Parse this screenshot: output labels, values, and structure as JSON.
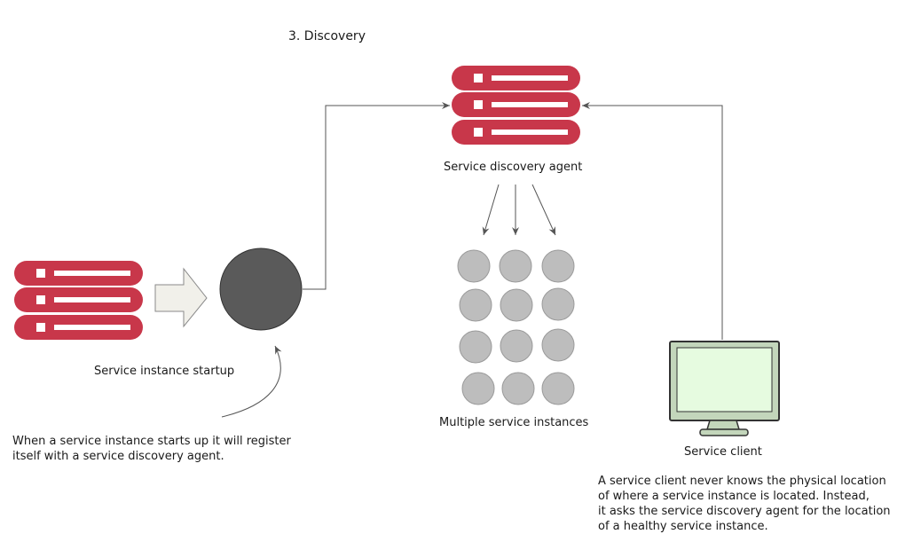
{
  "title": "3. Discovery",
  "labels": {
    "agent": "Service discovery agent",
    "startup": "Service instance startup",
    "instances": "Multiple service instances",
    "client": "Service client"
  },
  "notes": {
    "startup": [
      "When a service instance starts up it will register",
      "itself with a service discovery agent."
    ],
    "client": [
      "A service client never knows the physical location",
      "of where a service instance is located. Instead,",
      "it asks the service discovery agent for the location",
      "of a healthy service instance."
    ]
  },
  "colors": {
    "server_rack": "#c8374a",
    "instance_circle": "#5a5a5a",
    "service_instance": "#bdbdbd",
    "monitor_screen": "#e6fbe0",
    "monitor_frame": "#c3d6bb",
    "arrow_fill": "#f1f0ea",
    "connector": "#555555"
  },
  "instances_grid": {
    "rows": 4,
    "cols": 3
  }
}
